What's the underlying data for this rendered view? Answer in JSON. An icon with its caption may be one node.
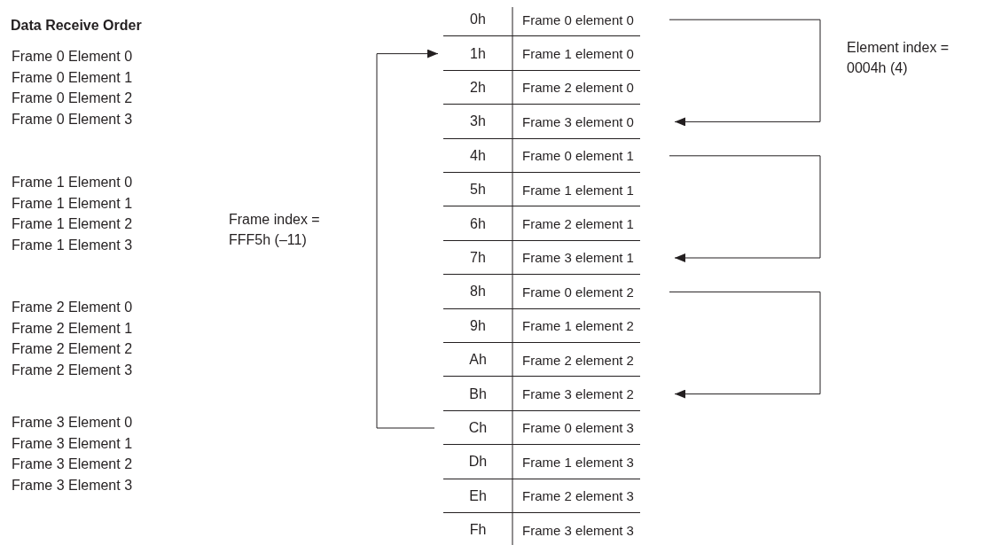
{
  "diagram": {
    "title": "Data Receive Order",
    "nodes": [
      {
        "text": [
          "0h",
          "Frame 0 element 0"
        ]
      },
      {
        "text": [
          "1h",
          "Frame 1 element 0"
        ]
      },
      {
        "text": [
          "2h",
          "Frame 2 element 0"
        ]
      },
      {
        "text": [
          "3h",
          "Frame 3 element 0"
        ]
      },
      {
        "text": [
          "4h",
          "Frame 0 element 1"
        ]
      },
      {
        "text": [
          "5h",
          "Frame 1 element 1"
        ]
      },
      {
        "text": [
          "6h",
          "Frame 2 element 1"
        ]
      },
      {
        "text": [
          "7h",
          "Frame 3 element 1"
        ]
      },
      {
        "text": [
          "8h",
          "Frame 0 element 2"
        ]
      },
      {
        "text": [
          "9h",
          "Frame 1 element 2"
        ]
      },
      {
        "text": [
          "Ah",
          "Frame 2 element 2"
        ]
      },
      {
        "text": [
          "Bh",
          "Frame 3 element 2"
        ]
      },
      {
        "text": [
          "Ch",
          "Frame 0 element 3"
        ]
      },
      {
        "text": [
          "Dh",
          "Frame 1 element 3"
        ]
      },
      {
        "text": [
          "Eh",
          "Frame 2 element 3"
        ]
      },
      {
        "text": [
          "Fh",
          "Frame 3 element 3"
        ]
      }
    ],
    "edges": [
      {
        "from": 0,
        "to": 3,
        "arrow": "to",
        "label": "Element index = 0004h (4)"
      },
      {
        "from": 4,
        "to": 7,
        "arrow": "to"
      },
      {
        "from": 8,
        "to": 11,
        "arrow": "to"
      },
      {
        "from": 12,
        "to": 1,
        "arrow": "to",
        "label": "Frame index = FFF5h (–11)"
      }
    ],
    "labels": [
      "Frame 0 Element 0",
      "Frame 0 Element 1",
      "Frame 0 Element 2",
      "Frame 0 Element 3",
      "Frame 1 Element 0",
      "Frame 1 Element 1",
      "Frame 1 Element 2",
      "Frame 1 Element 3",
      "Frame 2 Element 0",
      "Frame 2 Element 1",
      "Frame 2 Element 2",
      "Frame 2 Element 3",
      "Frame 3 Element 0",
      "Frame 3 Element 1",
      "Frame 3 Element 2",
      "Frame 3 Element 3"
    ]
  }
}
